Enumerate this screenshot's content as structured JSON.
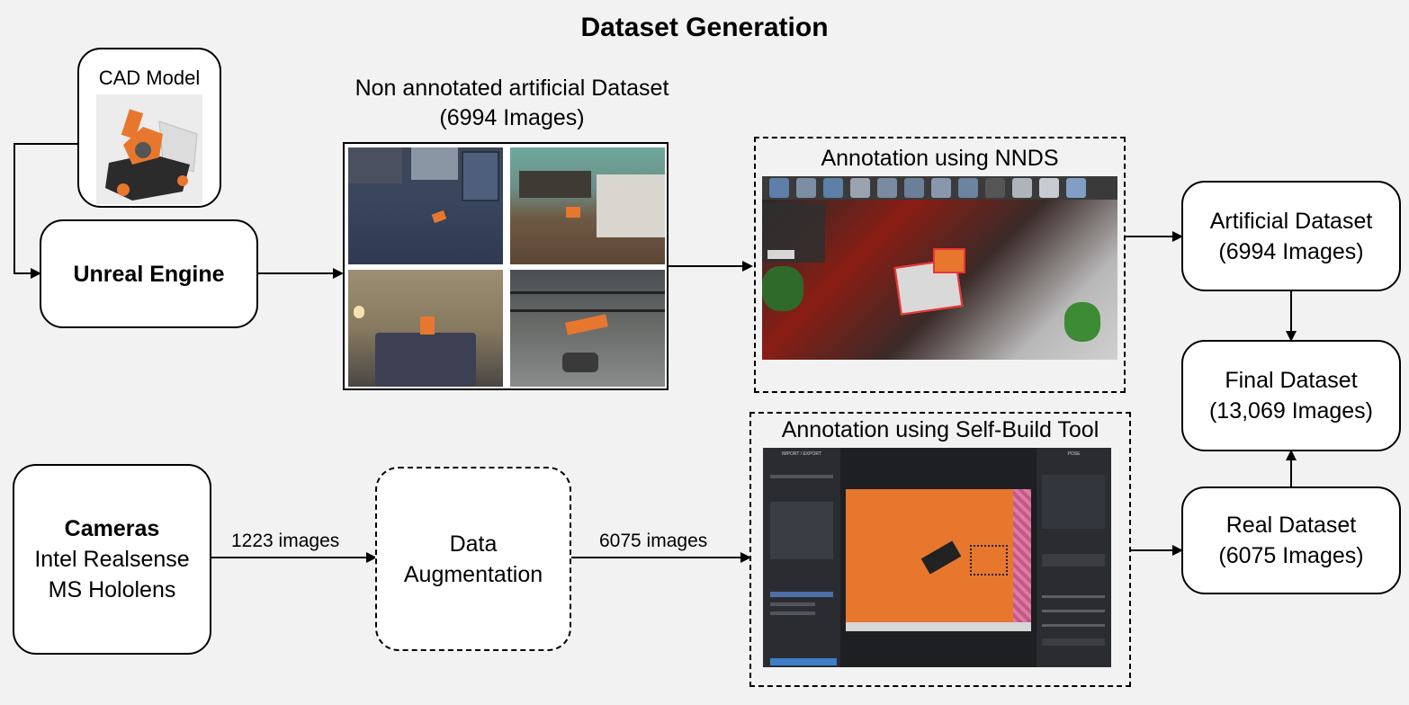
{
  "title": "Dataset Generation",
  "nodes": {
    "cad_model": "CAD Model",
    "unreal_engine": "Unreal Engine",
    "non_annotated_title_line1": "Non annotated artificial Dataset",
    "non_annotated_title_line2": "(6994 Images)",
    "nnds_title": "Annotation using NNDS",
    "artificial_line1": "Artificial Dataset",
    "artificial_line2": "(6994 Images)",
    "final_line1": "Final Dataset",
    "final_line2": "(13,069 Images)",
    "real_line1": "Real Dataset",
    "real_line2": "(6075 Images)",
    "cameras_title": "Cameras",
    "cameras_line1": "Intel Realsense",
    "cameras_line2": "MS Hololens",
    "augmentation_line1": "Data",
    "augmentation_line2": "Augmentation",
    "selfbuild_title": "Annotation using Self-Build Tool"
  },
  "edges": {
    "cameras_to_augmentation": "1223 images",
    "augmentation_to_selfbuild": "6075 images"
  },
  "tool_panels": {
    "left_header": "IMPORT / EXPORT",
    "right_header": "POSE"
  },
  "colors": {
    "background": "#f2f2f2",
    "border": "#000000",
    "accent_orange": "#e8772e"
  }
}
